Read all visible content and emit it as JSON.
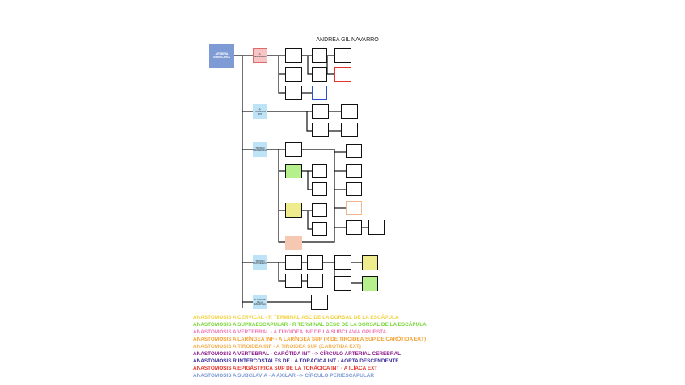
{
  "title": "ANDREA GIL NAVARRO",
  "root": {
    "label": "ARTERIA SUBCLAVIA"
  },
  "branches": [
    {
      "label": "A. VERTEBRAL"
    },
    {
      "label": "A. TORÁCICA INT"
    },
    {
      "label": "TRONCO TIROCERVICAL"
    },
    {
      "label": "TRONCO COSTOCERVICAL"
    },
    {
      "label": "A. DORSAL DE LA ESCÁPULA"
    }
  ],
  "nodes": {
    "n1": "",
    "n2": "",
    "n3": "",
    "n4": "",
    "n5": "",
    "n6": "",
    "n7": "",
    "n8": "",
    "n9": "",
    "n10": "",
    "n11": "",
    "n12": "",
    "n13": "",
    "n14": "",
    "n15": "",
    "n16": "",
    "n17": "",
    "n18": "",
    "n19": "",
    "n20": "",
    "n21": "",
    "n22": "",
    "n23": "",
    "n24": "",
    "n25": "",
    "n26": "",
    "n27": "",
    "n28": "",
    "n29": "",
    "n30": "",
    "n31": "",
    "n32": "",
    "n33": "",
    "n34": ""
  },
  "legend": [
    {
      "text": "ANASTOMOSIS A CERVICAL - R TERMINAL ASC DE LA DORSAL DE LA ESCÁPULA",
      "color": "#f2d240"
    },
    {
      "text": "ANASTOMOSIS A SUPRAESCAPULAR - R TERMINAL DESC DE LA DORSAL DE LA ESCÁPULA",
      "color": "#7ad83a"
    },
    {
      "text": "ANASTOMOSIS A VERTEBRAL - A TIROIDEA INF DE LA SUBCLAVIA OPUESTA",
      "color": "#f07ab8"
    },
    {
      "text": "ANASTOMOSIS A LARÍNGEA INF - A LARÍNGEA SUP (R DE TIROIDEA SUP DE CARÓTIDA EXT)",
      "color": "#f4a030"
    },
    {
      "text": "ANASTOMOSIS A TIROIDEA INF - A TIROIDEA SUP (CARÓTIDA EXT)",
      "color": "#f4b050"
    },
    {
      "text": "ANASTOMOSIS A VERTEBRAL - CARÓTIDA INT --> CÍRCULO ARTERIAL CEREBRAL",
      "color": "#8b1a8b"
    },
    {
      "text": "ANASTOMOSIS R INTERCOSTALES DE LA TORÁCICA INT - AORTA DESCENDENTE",
      "color": "#3a2a9a"
    },
    {
      "text": "ANASTOMOSIS A EPIGÁSTRICA SUP DE LA TORÁCICA INT - A ILÍACA EXT",
      "color": "#e8332a"
    },
    {
      "text": "ANASTOMOSIS A SUBCLAVIA - A AXILAR --> CÍRCULO PERIESCAPULAR",
      "color": "#7f9bd6"
    }
  ]
}
